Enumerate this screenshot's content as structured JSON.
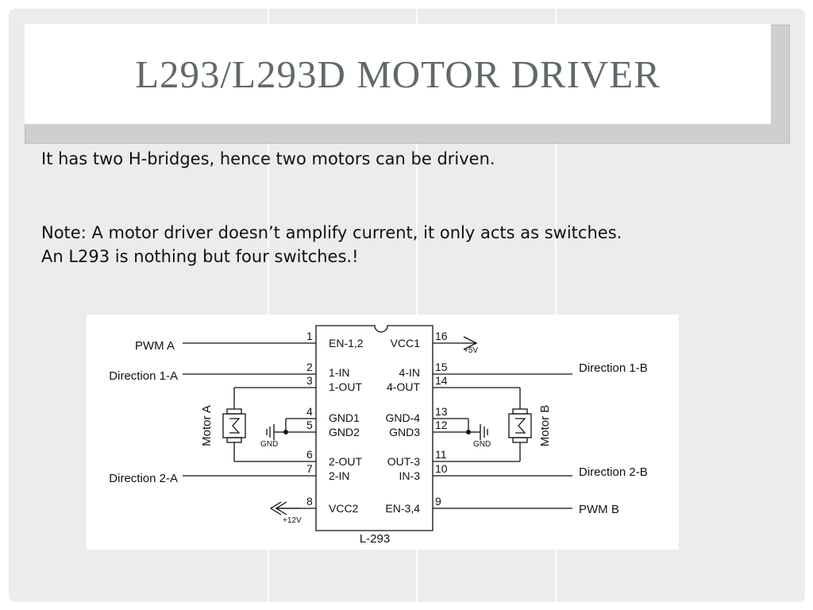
{
  "slide": {
    "title": "L293/L293D Motor Driver",
    "paragraphs": [
      "It has two H-bridges, hence two motors can be driven.",
      "Note: A motor driver doesn’t amplify current, it only acts as switches. An L293 is nothing but four switches.!"
    ]
  },
  "diagram": {
    "chip_name": "L-293",
    "pins_left": [
      {
        "num": "1",
        "name": "EN-1,2"
      },
      {
        "num": "2",
        "name": "1-IN"
      },
      {
        "num": "3",
        "name": "1-OUT"
      },
      {
        "num": "4",
        "name": "GND1"
      },
      {
        "num": "5",
        "name": "GND2"
      },
      {
        "num": "6",
        "name": "2-OUT"
      },
      {
        "num": "7",
        "name": "2-IN"
      },
      {
        "num": "8",
        "name": "VCC2"
      }
    ],
    "pins_right": [
      {
        "num": "16",
        "name": "VCC1"
      },
      {
        "num": "15",
        "name": "4-IN"
      },
      {
        "num": "14",
        "name": "4-OUT"
      },
      {
        "num": "13",
        "name": "GND-4"
      },
      {
        "num": "12",
        "name": "GND3"
      },
      {
        "num": "11",
        "name": "OUT-3"
      },
      {
        "num": "10",
        "name": "IN-3"
      },
      {
        "num": "9",
        "name": "EN-3,4"
      }
    ],
    "left_signals": {
      "pwm": "PWM A",
      "dir1": "Direction 1-A",
      "dir2": "Direction 2-A"
    },
    "right_signals": {
      "pwm": "PWM B",
      "dir1": "Direction 1-B",
      "dir2": "Direction 2-B"
    },
    "motor_a": "Motor A",
    "motor_b": "Motor B",
    "gnd_label": "GND",
    "supply_5v": "+5V",
    "supply_12v": "+12V"
  }
}
